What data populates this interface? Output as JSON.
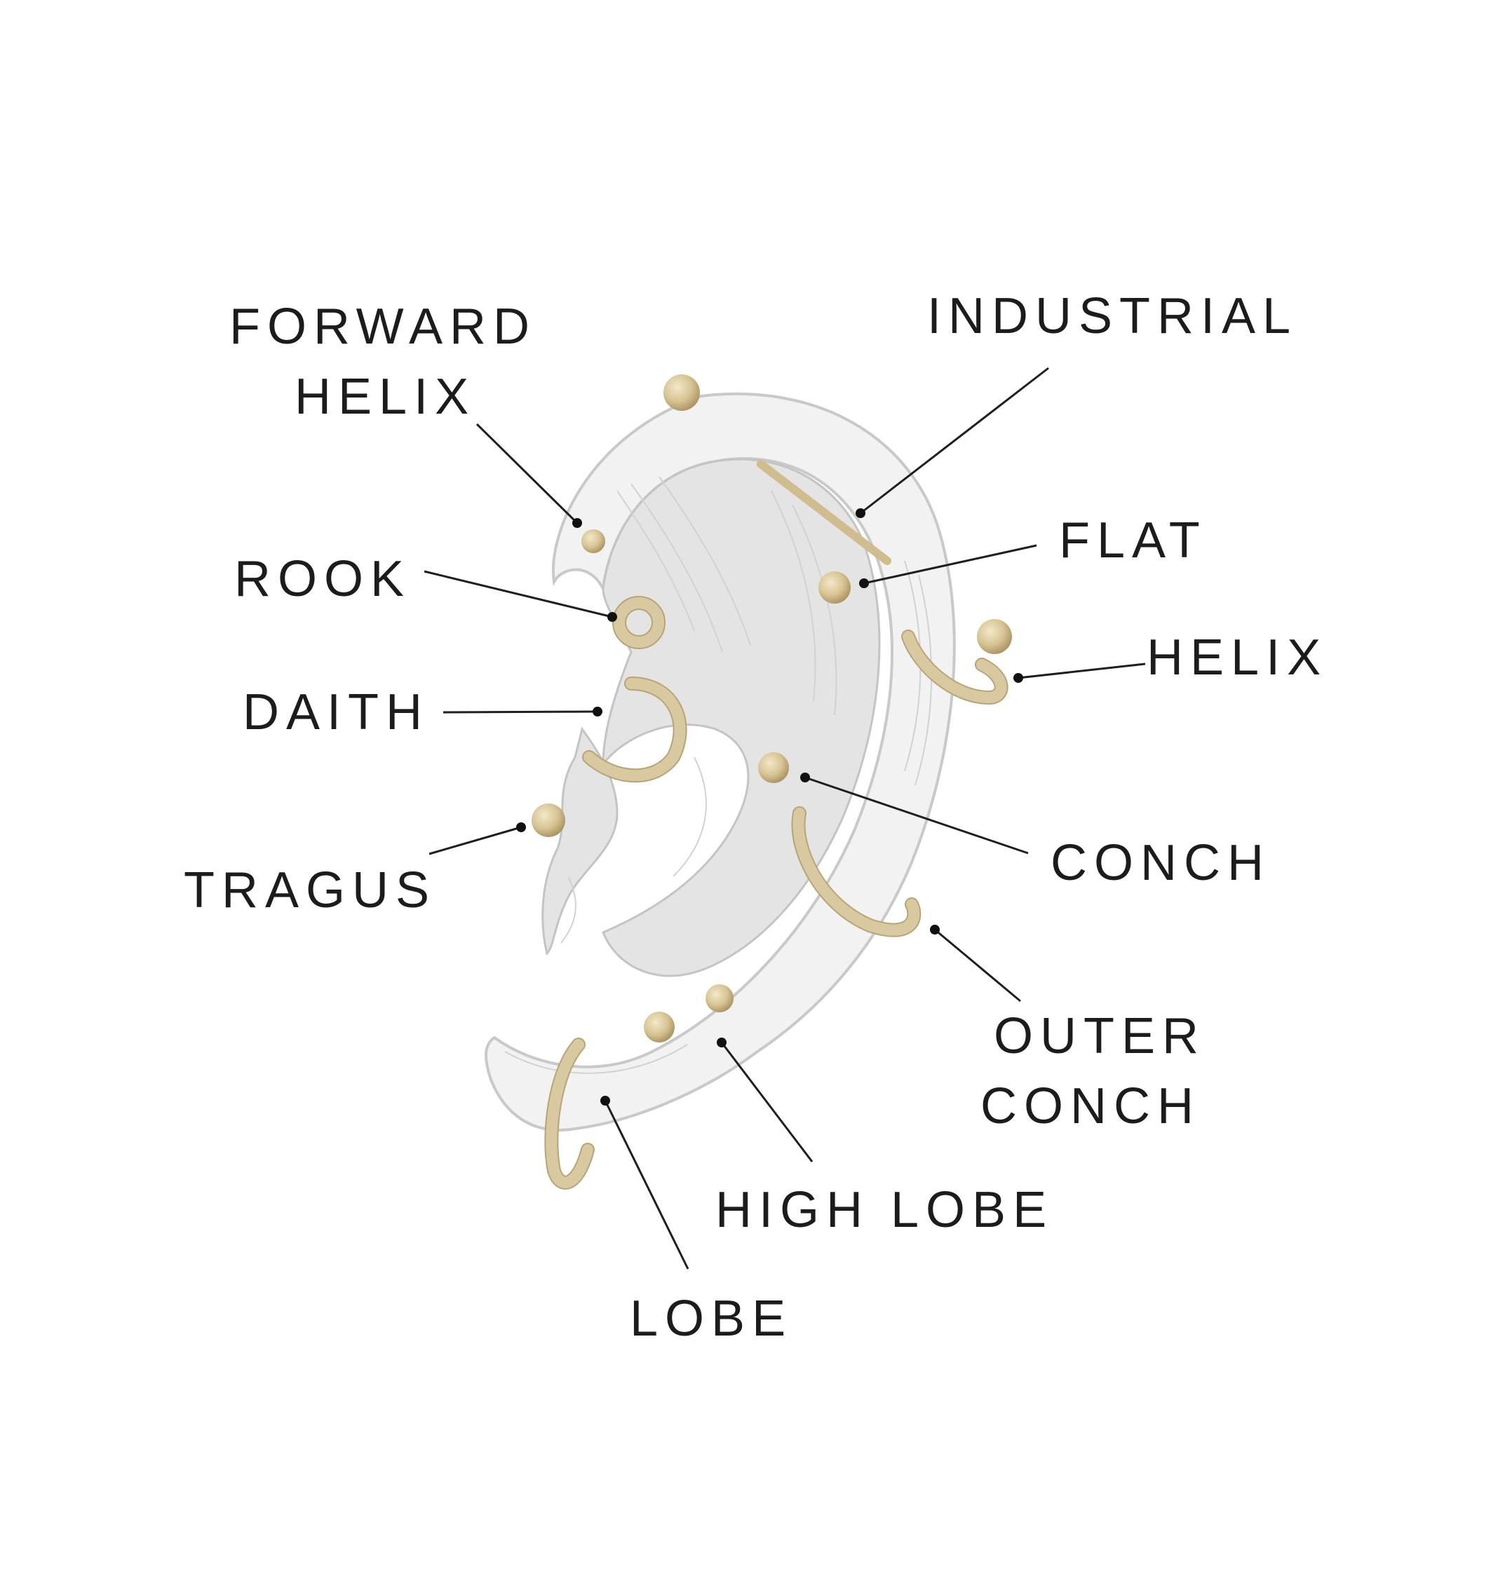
{
  "diagram": {
    "labels": {
      "forward_helix_line1": "FORWARD",
      "forward_helix_line2": "HELIX",
      "industrial": "INDUSTRIAL",
      "rook": "ROOK",
      "flat": "FLAT",
      "helix": "HELIX",
      "daith": "DAITH",
      "tragus": "TRAGUS",
      "conch": "CONCH",
      "outer_conch_line1": "OUTER",
      "outer_conch_line2": "CONCH",
      "high_lobe": "HIGH LOBE",
      "lobe": "LOBE"
    },
    "colors": {
      "text": "#1c1c1c",
      "ear_fill": "#f2f2f2",
      "ear_sketch": "#c9c9c9",
      "jewelry_gold": "#d9c9a0",
      "jewelry_shadow": "#b8a477"
    }
  }
}
